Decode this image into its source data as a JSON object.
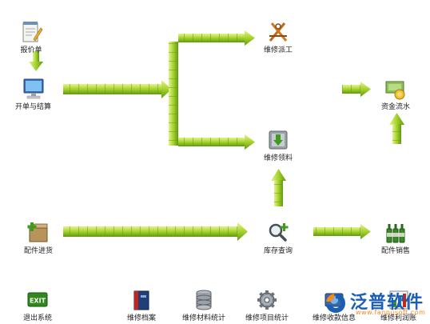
{
  "nodes": {
    "quote": {
      "label": "报价单",
      "icon": "notepad-icon"
    },
    "order_settle": {
      "label": "开单与结算",
      "icon": "monitor-icon"
    },
    "repair_dispatch": {
      "label": "维修派工",
      "icon": "tools-icon"
    },
    "repair_material": {
      "label": "维修领料",
      "icon": "download-box-icon"
    },
    "fund_flow": {
      "label": "资金流水",
      "icon": "coins-icon"
    },
    "parts_purchase": {
      "label": "配件进货",
      "icon": "box-add-icon"
    },
    "stock_query": {
      "label": "库存查询",
      "icon": "magnifier-icon"
    },
    "parts_sales": {
      "label": "配件销售",
      "icon": "bottles-icon"
    }
  },
  "toolbar": [
    {
      "label": "退出系统",
      "icon": "exit-icon",
      "icon_text": "EXIT"
    },
    {
      "label": "维修档案",
      "icon": "book-icon"
    },
    {
      "label": "维修材料统计",
      "icon": "database-icon"
    },
    {
      "label": "维修项目统计",
      "icon": "gear-icon"
    },
    {
      "label": "维修收款信息",
      "icon": "money-icon"
    },
    {
      "label": "维修利润账",
      "icon": "chart-icon"
    }
  ],
  "watermark": {
    "brand": "泛普软件",
    "url": "www.fanpusoft.com"
  },
  "colors": {
    "arrow_light": "#d4ec6a",
    "arrow_mid": "#9dcc28",
    "arrow_dark": "#5e9a0e"
  }
}
